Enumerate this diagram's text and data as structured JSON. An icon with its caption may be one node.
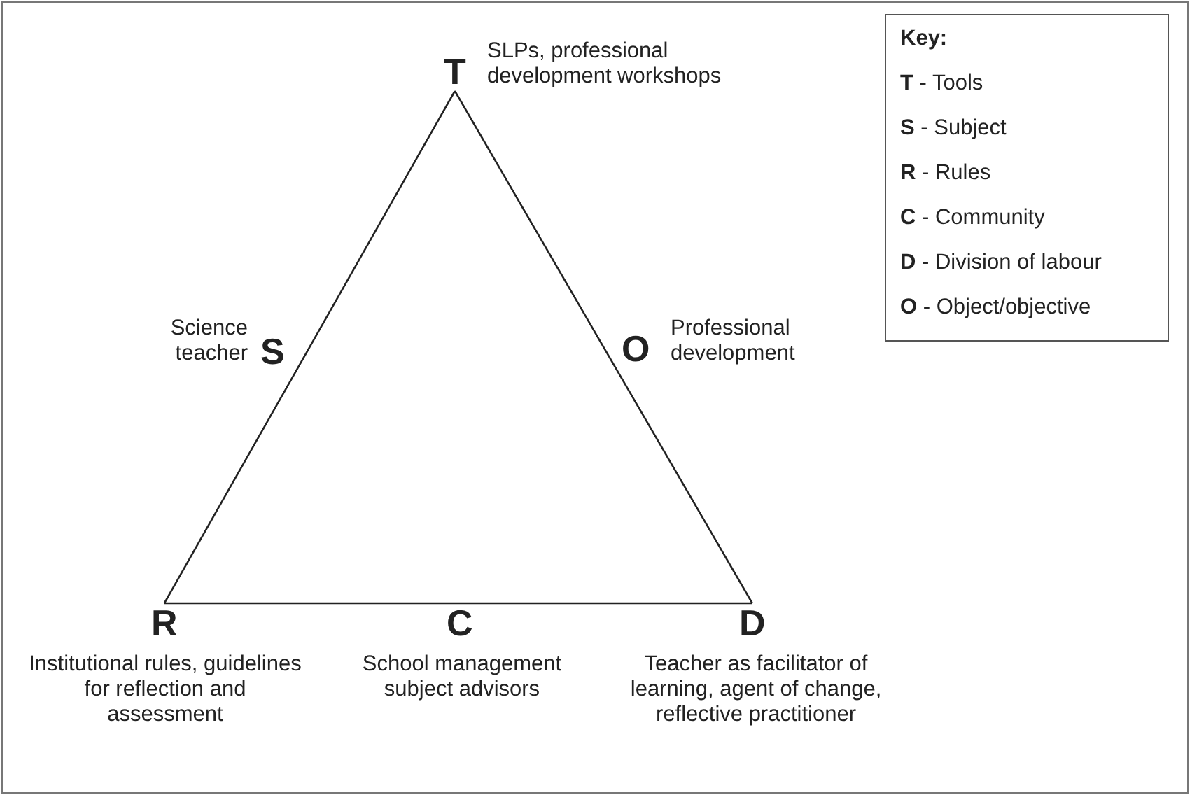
{
  "diagram": {
    "nodes": [
      {
        "text": [
          "T"
        ],
        "beside": [
          "SLPs, professional development workshops"
        ]
      },
      {
        "text": [
          "S"
        ],
        "beside": [
          "Science teacher"
        ]
      },
      {
        "text": [
          "O"
        ],
        "beside": [
          "Professional development"
        ]
      },
      {
        "text": [
          "R"
        ],
        "beside": [
          "Institutional rules, guidelines for reflection and assessment"
        ]
      },
      {
        "text": [
          "C"
        ],
        "beside": [
          "School management subject advisors"
        ]
      },
      {
        "text": [
          "D"
        ],
        "beside": [
          "Teacher as facilitator of learning, agent of change, reflective practitioner"
        ]
      }
    ],
    "edges": [
      {
        "from": 0,
        "to": 3,
        "arrow": "none"
      },
      {
        "from": 3,
        "to": 5,
        "arrow": "none"
      },
      {
        "from": 5,
        "to": 0,
        "arrow": "none"
      }
    ],
    "labels": [
      "Key:",
      "**T** - Tools",
      "**S** - Subject",
      "**R** - Rules",
      "**C** - Community",
      "**D** - Division of labour",
      "**O** - Object/objective"
    ]
  }
}
